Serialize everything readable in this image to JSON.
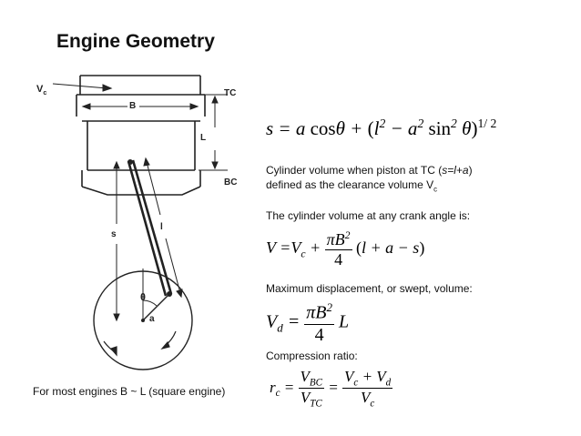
{
  "title": "Engine Geometry",
  "labels": {
    "vc": "V",
    "vc_sub": "c",
    "tc": "TC",
    "bc": "BC",
    "b": "B",
    "l_stroke": "L",
    "s": "s",
    "l_rod": "l",
    "theta": "θ",
    "a": "a"
  },
  "text": {
    "cyl_volume_line1": "Cylinder volume when piston at TC (",
    "cyl_volume_italic": "s=l+a",
    "cyl_volume_close": ")",
    "cyl_volume_line2": "defined as the clearance volume V",
    "cyl_volume_line2_sub": "c",
    "any_angle": "The cylinder volume at any crank angle is:",
    "max_disp": "Maximum displacement, or swept, volume:",
    "compression": "Compression ratio:",
    "square_engine": "For most engines B ~ L (square engine)"
  },
  "equations": {
    "s_eq": "s = a cosθ + (l² − a² sin² θ)^(1/2)",
    "v_eq": "V = V_c + πB²/4 (l + a − s)",
    "vd_eq": "V_d = πB²/4 L",
    "rc_eq": "r_c = V_BC/V_TC = (V_c + V_d)/V_c"
  }
}
